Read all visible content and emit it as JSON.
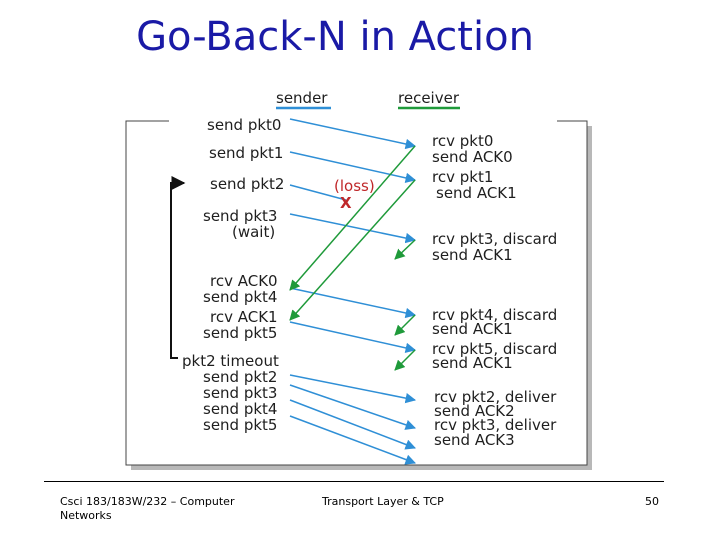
{
  "title": "Go-Back-N in Action",
  "diagram": {
    "sender_header": "sender",
    "receiver_header": "receiver",
    "loss_label": "(loss)",
    "loss_mark": "X",
    "sender_events": [
      "send pkt0",
      "send pkt1",
      "send pkt2",
      "send pkt3",
      "(wait)",
      "rcv ACK0",
      "send pkt4",
      "rcv ACK1",
      "send pkt5",
      "pkt2 timeout",
      "send pkt2",
      "send pkt3",
      "send pkt4",
      "send pkt5"
    ],
    "receiver_events": [
      "rcv pkt0",
      "send ACK0",
      "rcv pkt1",
      "send ACK1",
      "rcv pkt3, discard",
      "send ACK1",
      "rcv pkt4, discard",
      "send ACK1",
      "rcv pkt5, discard",
      "send ACK1",
      "rcv pkt2, deliver",
      "send ACK2",
      "rcv pkt3, deliver",
      "send ACK3"
    ],
    "colors": {
      "data_arrow": "#2f8fd6",
      "ack_arrow": "#1f9a3a",
      "loss": "#c0282a",
      "header_underline_sender": "#2f8fd6",
      "header_underline_receiver": "#1f9a3a"
    }
  },
  "footer": {
    "left": "Csci 183/183W/232 – Computer Networks",
    "center": "Transport Layer & TCP",
    "page_number": "50"
  }
}
